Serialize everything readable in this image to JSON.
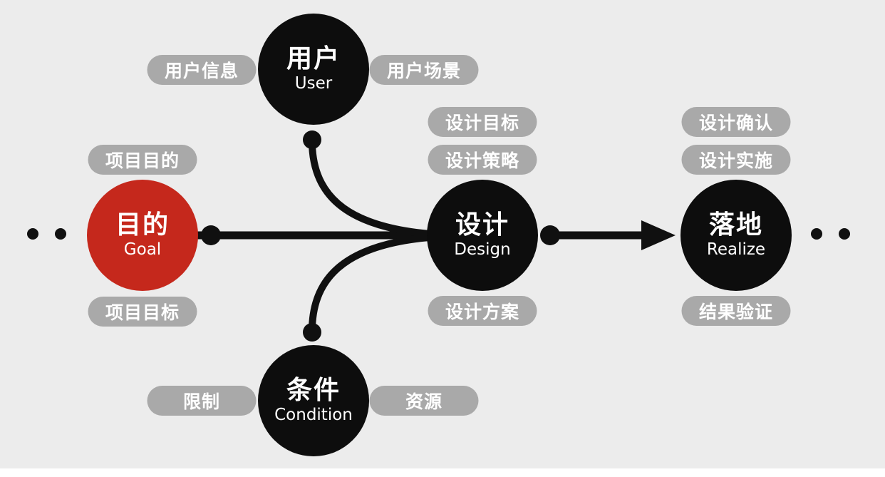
{
  "page": {
    "background_color": "#ececec",
    "bottom_strip_color": "#ffffff"
  },
  "diagram": {
    "nodes": {
      "goal": {
        "title": "目的",
        "subtitle": "Goal",
        "color": "#c5281c"
      },
      "user": {
        "title": "用户",
        "subtitle": "User",
        "color": "#0d0d0d"
      },
      "condition": {
        "title": "条件",
        "subtitle": "Condition",
        "color": "#0d0d0d"
      },
      "design": {
        "title": "设计",
        "subtitle": "Design",
        "color": "#0d0d0d"
      },
      "realize": {
        "title": "落地",
        "subtitle": "Realize",
        "color": "#0d0d0d"
      }
    },
    "pills": {
      "user_info": "用户信息",
      "user_scene": "用户场景",
      "project_purpose": "项目目的",
      "project_goal": "项目目标",
      "design_goal": "设计目标",
      "design_strategy": "设计策略",
      "design_solution": "设计方案",
      "design_confirm": "设计确认",
      "design_implement": "设计实施",
      "result_verify": "结果验证",
      "restriction": "限制",
      "resource": "资源"
    },
    "pill_color": "#a9a9a9",
    "line_color": "#101010"
  }
}
